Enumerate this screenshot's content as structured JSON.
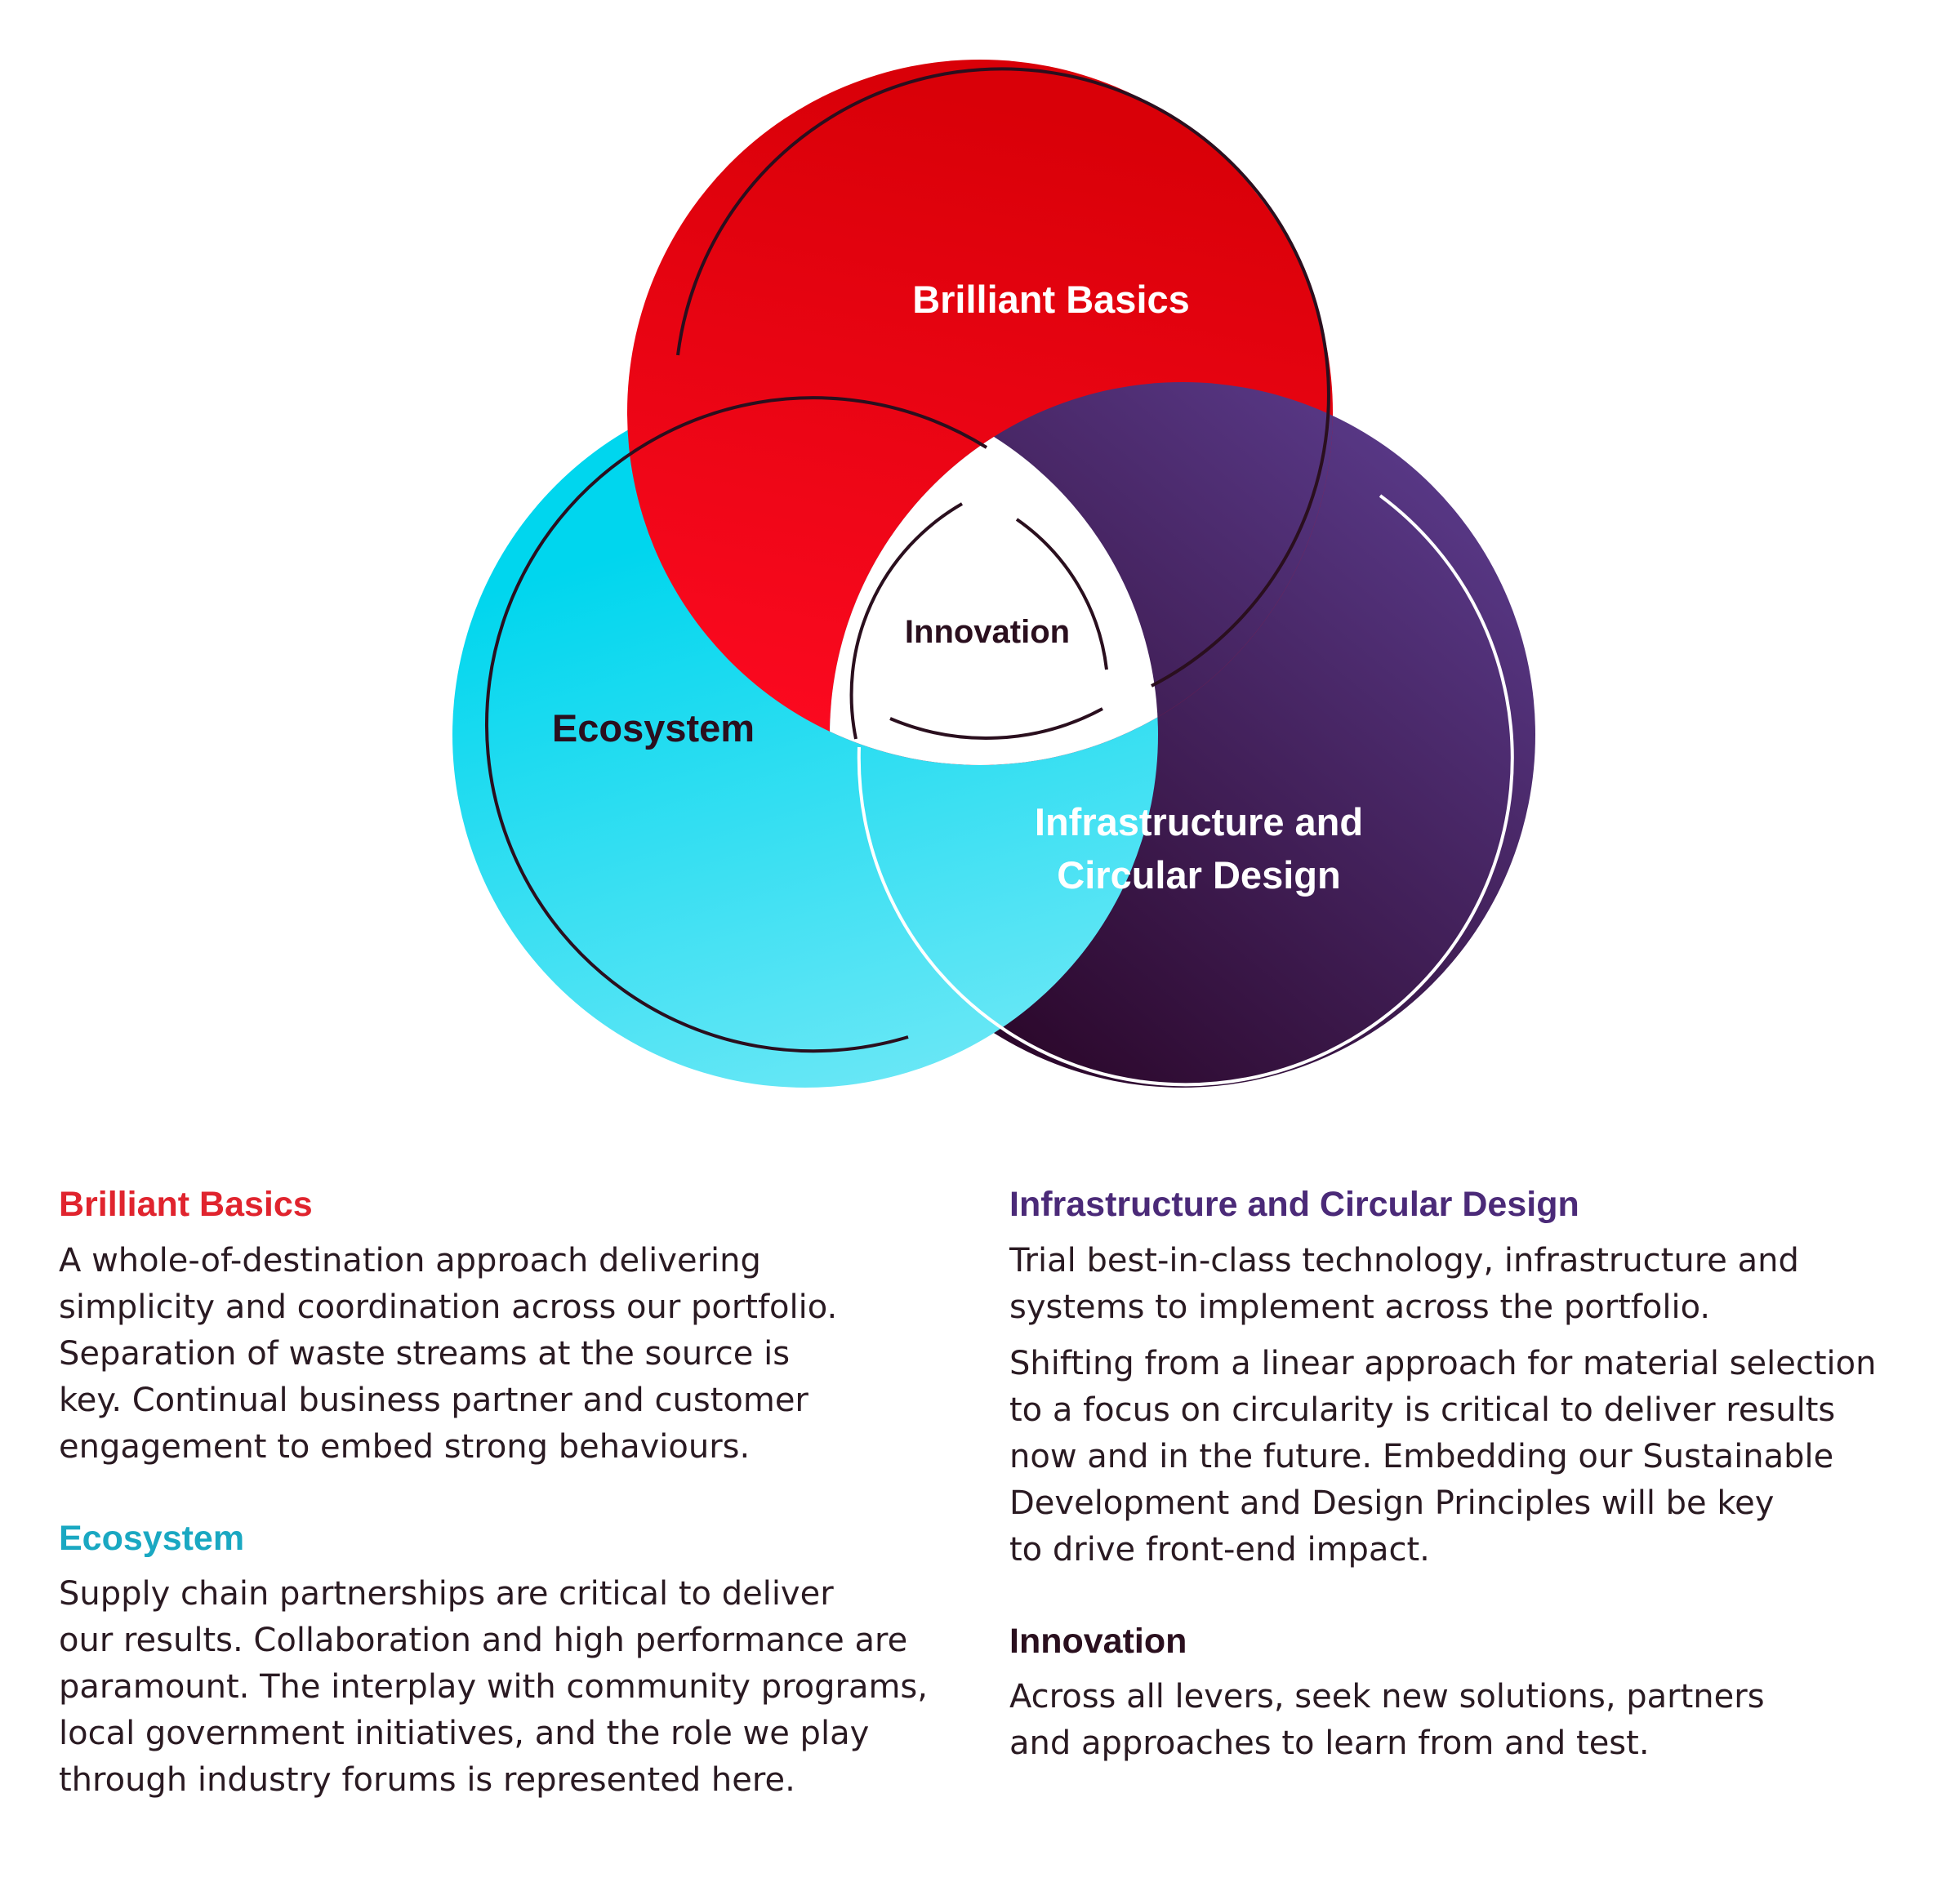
{
  "diagram": {
    "circles": [
      {
        "key": "brilliant",
        "label_lines": [
          "Brilliant Basics"
        ],
        "color_light": "#ff0a22",
        "color_dark": "#d90008"
      },
      {
        "key": "ecosystem",
        "label_lines": [
          "Ecosystem"
        ],
        "color_light": "#6fe8f6",
        "color_dark": "#00d6ee"
      },
      {
        "key": "infrastructure",
        "label_lines": [
          "Infrastructure and",
          "Circular Design"
        ],
        "color_light": "#5a3a8a",
        "color_dark": "#2a0628"
      }
    ],
    "center_label": "Innovation",
    "inner_ring_dark": "#2a0f1e",
    "inner_ring_light": "#ffffff"
  },
  "sections": {
    "brilliant": {
      "title": "Brilliant Basics",
      "color": "#e0242e",
      "paragraphs": [
        [
          "A whole-of-destination approach delivering",
          "simplicity and coordination across our portfolio.",
          "Separation of waste streams at the source is",
          "key. Continual business partner and customer",
          "engagement to embed strong behaviours."
        ]
      ]
    },
    "ecosystem": {
      "title": "Ecosystem",
      "color": "#1aa8c2",
      "paragraphs": [
        [
          "Supply chain partnerships are critical to deliver",
          "our results. Collaboration and high performance are",
          "paramount. The interplay with community programs,",
          "local government initiatives, and the role we play",
          "through industry forums is represented here."
        ]
      ]
    },
    "infrastructure": {
      "title": "Infrastructure and Circular Design",
      "color": "#4b2a78",
      "paragraphs": [
        [
          "Trial best-in-class technology, infrastructure and",
          "systems to implement across the portfolio."
        ],
        [
          "Shifting from a linear approach for material selection",
          "to a focus on circularity is critical to deliver results",
          "now and in the future. Embedding our Sustainable",
          "Development and Design Principles will be key",
          "to drive front-end impact."
        ]
      ]
    },
    "innovation": {
      "title": "Innovation",
      "color": "#2a0f1e",
      "paragraphs": [
        [
          "Across all levers, seek new solutions, partners",
          "and approaches to learn from and test."
        ]
      ]
    }
  }
}
